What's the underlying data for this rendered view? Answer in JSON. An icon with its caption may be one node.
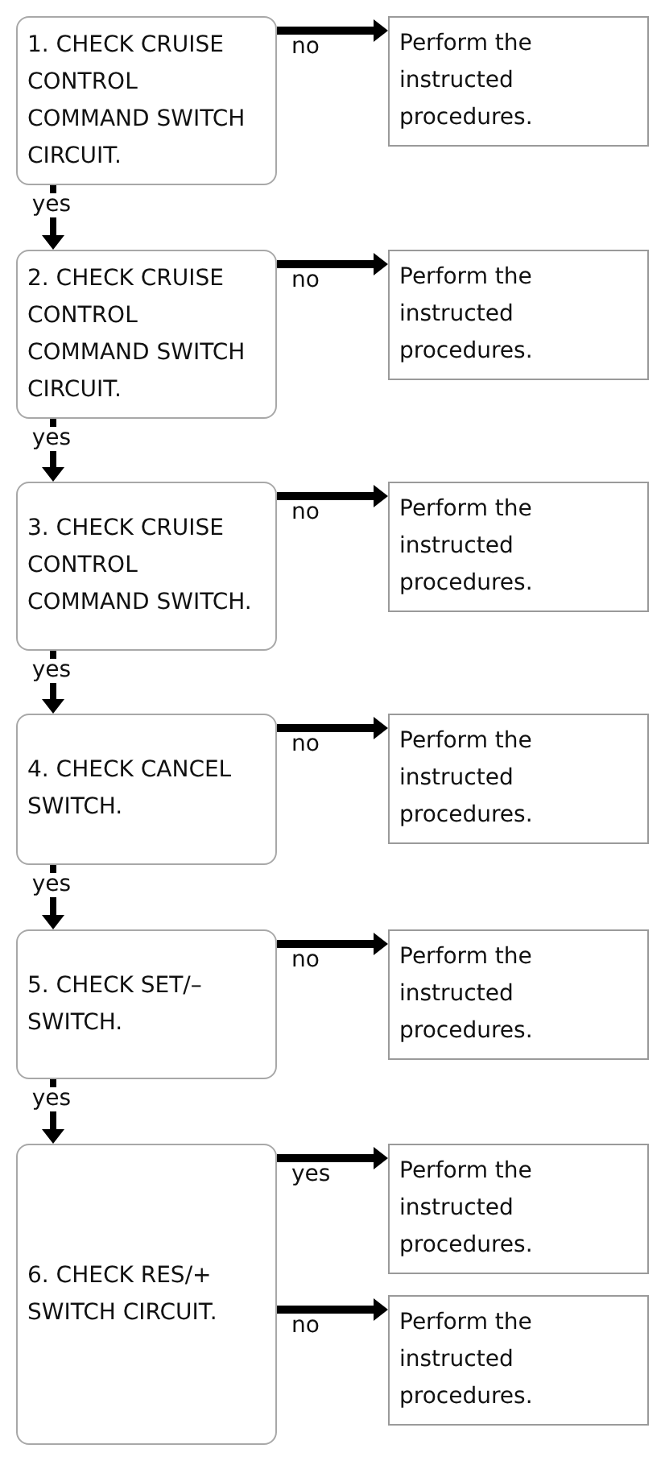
{
  "diagram": {
    "nodes": [
      {
        "text": [
          "1. CHECK CRUISE CONTROL COMMAND SWITCH CIRCUIT."
        ]
      },
      {
        "text": [
          "Perform the instructed procedures."
        ]
      },
      {
        "text": [
          "2. CHECK CRUISE CONTROL COMMAND SWITCH CIRCUIT."
        ]
      },
      {
        "text": [
          "Perform the instructed procedures."
        ]
      },
      {
        "text": [
          "3. CHECK CRUISE CONTROL COMMAND SWITCH."
        ]
      },
      {
        "text": [
          "Perform the instructed procedures."
        ]
      },
      {
        "text": [
          "4. CHECK CANCEL SWITCH."
        ]
      },
      {
        "text": [
          "Perform the instructed procedures."
        ]
      },
      {
        "text": [
          "5. CHECK SET/– SWITCH."
        ]
      },
      {
        "text": [
          "Perform the instructed procedures."
        ]
      },
      {
        "text": [
          "6. CHECK RES/+ SWITCH CIRCUIT."
        ]
      },
      {
        "text": [
          "Perform the instructed procedures."
        ]
      },
      {
        "text": [
          "Perform the instructed procedures."
        ]
      }
    ],
    "edges": [
      {
        "from": 0,
        "to": 1,
        "arrow": "to",
        "label": "no"
      },
      {
        "from": 0,
        "to": 2,
        "arrow": "to",
        "label": "yes"
      },
      {
        "from": 2,
        "to": 3,
        "arrow": "to",
        "label": "no"
      },
      {
        "from": 2,
        "to": 4,
        "arrow": "to",
        "label": "yes"
      },
      {
        "from": 4,
        "to": 5,
        "arrow": "to",
        "label": "no"
      },
      {
        "from": 4,
        "to": 6,
        "arrow": "to",
        "label": "yes"
      },
      {
        "from": 6,
        "to": 7,
        "arrow": "to",
        "label": "no"
      },
      {
        "from": 6,
        "to": 8,
        "arrow": "to",
        "label": "yes"
      },
      {
        "from": 8,
        "to": 9,
        "arrow": "to",
        "label": "no"
      },
      {
        "from": 8,
        "to": 10,
        "arrow": "to",
        "label": "yes"
      },
      {
        "from": 10,
        "to": 11,
        "arrow": "to",
        "label": "yes"
      },
      {
        "from": 10,
        "to": 12,
        "arrow": "to",
        "label": "no"
      }
    ]
  }
}
